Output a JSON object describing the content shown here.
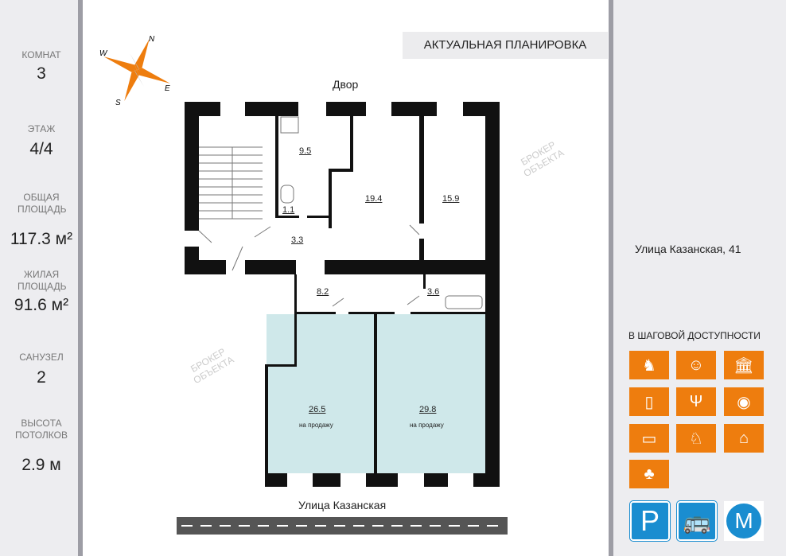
{
  "stats": [
    {
      "label": "КОМНАТ",
      "value": "3"
    },
    {
      "label": "ЭТАЖ",
      "value": "4/4"
    },
    {
      "label": "ОБЩАЯ ПЛОЩАДЬ",
      "value": "117.3 м²"
    },
    {
      "label": "ЖИЛАЯ ПЛОЩАДЬ",
      "value": "91.6 м²"
    },
    {
      "label": "САНУЗЕЛ",
      "value": "2"
    },
    {
      "label": "ВЫСОТА ПОТОЛКОВ",
      "value": "2.9 м"
    }
  ],
  "header": {
    "title": "АКТУАЛЬНАЯ ПЛАНИРОВКА"
  },
  "compass": {
    "n": "N",
    "e": "E",
    "s": "S",
    "w": "W"
  },
  "plan": {
    "courtyard": "Двор",
    "street": "Улица Казанская",
    "rooms": [
      "9.5",
      "1.1",
      "3.3",
      "19.4",
      "15.9",
      "8.2",
      "3.6",
      "26.5",
      "29.8"
    ],
    "for_sale": "на продажу"
  },
  "watermark": "БРОКЕР ОБЪЕКТА",
  "sidebar": {
    "address": "Улица Казанская, 41",
    "walking_title": "В ШАГОВОЙ ДОСТУПНОСТИ",
    "amenities": [
      "monument-icon",
      "theatre-icon",
      "museum-icon",
      "shopping-icon",
      "restaurant-icon",
      "cinema-icon",
      "school-icon",
      "kindergarten-icon",
      "church-icon",
      "park-icon"
    ],
    "transport": [
      "parking-icon",
      "bus-icon",
      "metro-icon"
    ],
    "metro_letter": "M",
    "parking_letter": "P",
    "accent": "#ee7d0e",
    "transport_color": "#1a8dd0"
  }
}
